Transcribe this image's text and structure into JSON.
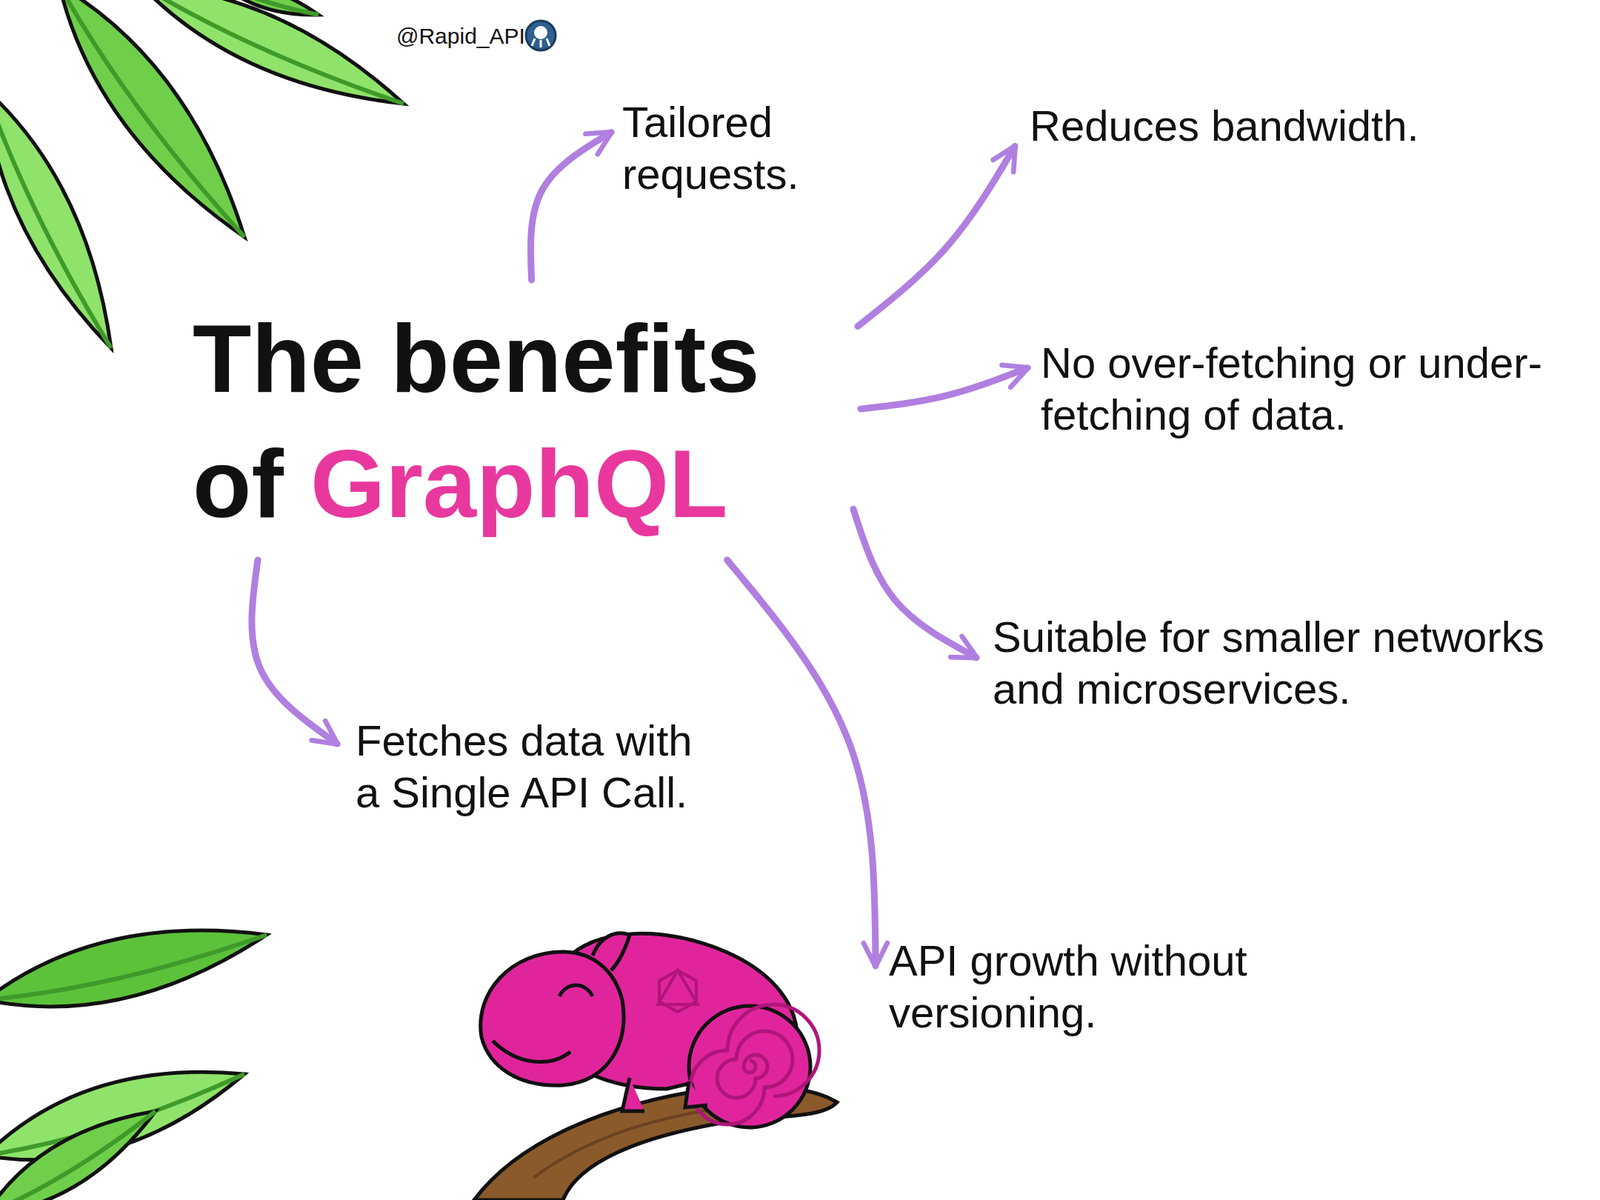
{
  "diagram": {
    "nodes": [
      {
        "text": [
          "The benefits of",
          "GraphQL"
        ]
      },
      {
        "text": [
          "Tailored requests."
        ]
      },
      {
        "text": [
          "Reduces bandwidth."
        ]
      },
      {
        "text": [
          "No over-fetching or under-fetching of data."
        ]
      },
      {
        "text": [
          "Suitable for smaller networks and microservices."
        ]
      },
      {
        "text": [
          "API growth without versioning."
        ]
      },
      {
        "text": [
          "Fetches data with a Single API Call."
        ]
      }
    ],
    "edges": [
      {
        "from": 0,
        "to": 1,
        "arrow": "to"
      },
      {
        "from": 0,
        "to": 2,
        "arrow": "to"
      },
      {
        "from": 0,
        "to": 3,
        "arrow": "to"
      },
      {
        "from": 0,
        "to": 4,
        "arrow": "to"
      },
      {
        "from": 0,
        "to": 5,
        "arrow": "to"
      },
      {
        "from": 0,
        "to": 6,
        "arrow": "to"
      }
    ],
    "labels": [
      "@Rapid_API"
    ]
  }
}
